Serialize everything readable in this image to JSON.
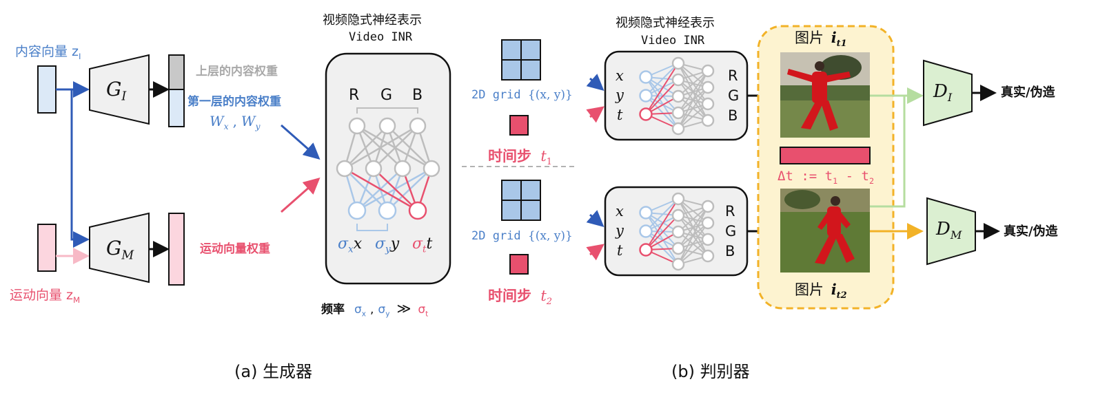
{
  "generator": {
    "content_vector_label": "内容向量 z",
    "content_vector_sub": "I",
    "motion_vector_label": "运动向量 z",
    "motion_vector_sub": "M",
    "gi_label": "G",
    "gi_sub": "I",
    "gm_label": "G",
    "gm_sub": "M",
    "upper_weights_label": "上层的内容权重",
    "first_layer_label": "第一层的内容权重",
    "wx": "W",
    "wx_sub": "x",
    "wy": "W",
    "wy_sub": "y",
    "sep": ",",
    "motion_weights_label": "运动向量权重",
    "inr_title": "视频隐式神经表示",
    "inr_subtitle": "Video INR",
    "r": "R",
    "g": "G",
    "b": "B",
    "sigma": "σ",
    "sx_sub": "x",
    "sx_var": "x",
    "sy_sub": "y",
    "sy_var": "y",
    "st_sub": "t",
    "st_var": "t",
    "freq_label": "频率",
    "freq_sx": "σ",
    "freq_sx_sub": "x",
    "freq_sep": ",",
    "freq_sy": "σ",
    "freq_sy_sub": "y",
    "freq_gg": "≫",
    "freq_st": "σ",
    "freq_st_sub": "t",
    "caption": "(a)  生成器"
  },
  "middle": {
    "grid_label": "2D grid",
    "grid_set": "{(x, y)}",
    "timestep_label": "时间步",
    "t1": "t",
    "t1_sub": "1",
    "t2": "t",
    "t2_sub": "2"
  },
  "discriminator": {
    "inr_title": "视频隐式神经表示",
    "inr_subtitle": "Video INR",
    "in_x": "x",
    "in_y": "y",
    "in_t": "t",
    "out_r": "R",
    "out_g": "G",
    "out_b": "B",
    "image_label": "图片",
    "i_t1": "i",
    "i_t1_sub": "t1",
    "i_t2": "i",
    "i_t2_sub": "t2",
    "delta_t": "Δt := t",
    "delta_t_sub1": "1",
    "delta_t_mid": " - t",
    "delta_t_sub2": "2",
    "di_label": "D",
    "di_sub": "I",
    "dm_label": "D",
    "dm_sub": "M",
    "real_fake": "真实/伪造",
    "caption": "(b)  判别器"
  },
  "colors": {
    "blue": "#4a7fc8",
    "light_blue_fill": "#dce9f7",
    "grid_fill": "#a9c7e8",
    "pink": "#e8506e",
    "light_pink_fill": "#fcd6df",
    "gray_fill": "#c8c8c8",
    "box_fill": "#f0f0f0",
    "green_fill": "#dbefd1",
    "green_line": "#b5dd9f",
    "orange": "#f2b227",
    "orange_fill": "#fdf3d0"
  }
}
